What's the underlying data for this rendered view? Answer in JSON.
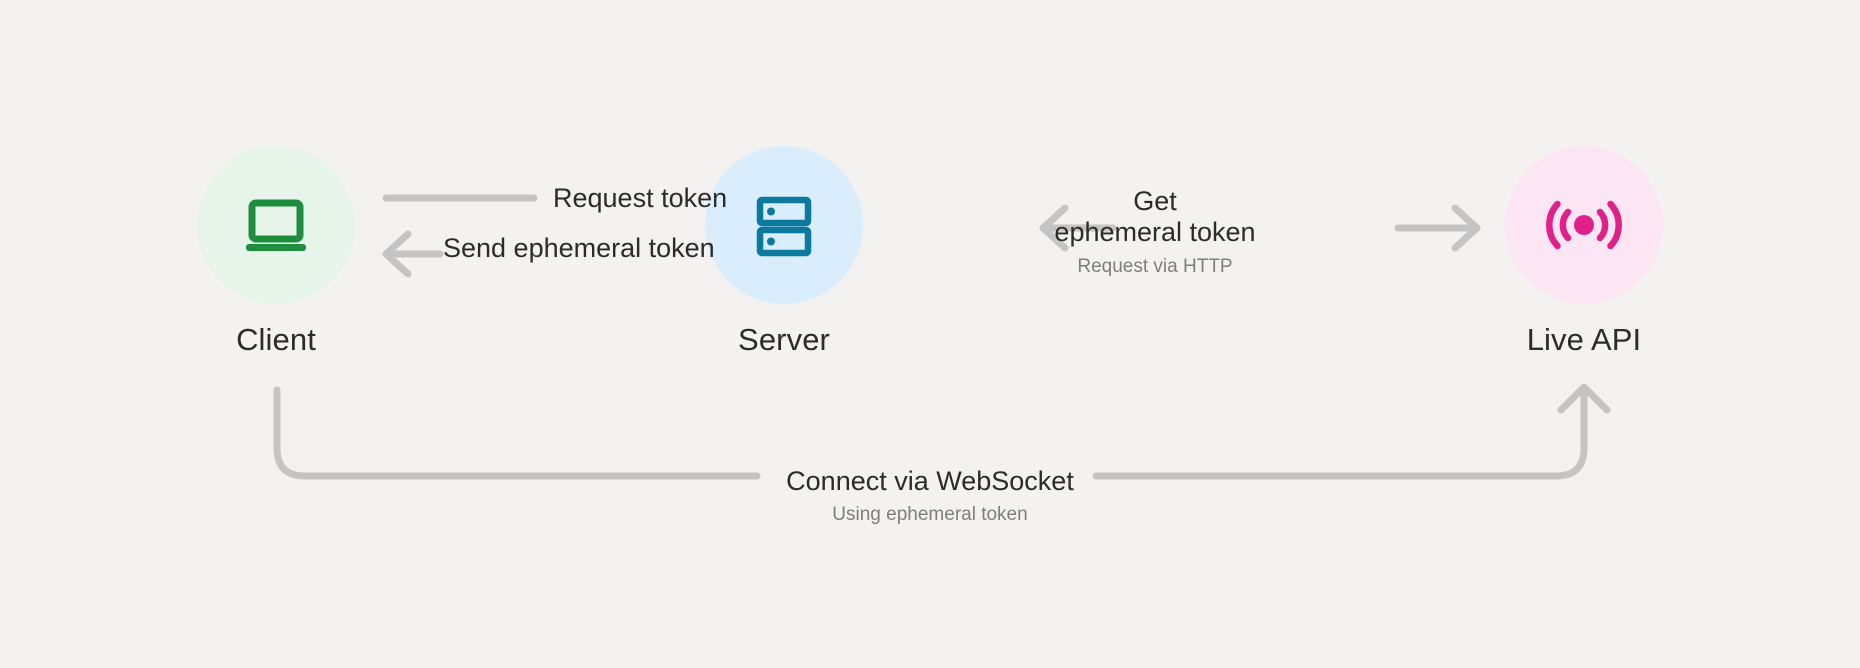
{
  "diagram": {
    "title": "Client / Server / Live API ephemeral token flow",
    "background_color": "#f3f2f0",
    "connector_color": "#c4c4c4",
    "text_color": "#2b2b2b",
    "muted_text_color": "#7e7e7e"
  },
  "nodes": [
    {
      "id": "client",
      "label": "Client",
      "icon": "laptop-icon",
      "icon_color": "#1e8e3e",
      "circle_color": "#e6f4ea"
    },
    {
      "id": "server",
      "label": "Server",
      "icon": "server-rack-icon",
      "icon_color": "#0b7a9e",
      "circle_color": "#d9edfc"
    },
    {
      "id": "live-api",
      "label": "Live API",
      "icon": "broadcast-signal-icon",
      "icon_color": "#e0218a",
      "circle_color": "#fde6f3"
    }
  ],
  "edges": [
    {
      "id": "request-token",
      "label": "Request token",
      "sublabel": "",
      "from": "client",
      "to": "server",
      "direction": "right"
    },
    {
      "id": "send-ephemeral-token",
      "label": "Send ephemeral token",
      "sublabel": "",
      "from": "server",
      "to": "client",
      "direction": "left"
    },
    {
      "id": "get-ephemeral-token",
      "label_line1": "Get",
      "label_line2": "ephemeral token",
      "sublabel": "Request via HTTP",
      "from": "server",
      "to": "live-api",
      "direction": "both"
    },
    {
      "id": "connect-websocket",
      "label": "Connect via WebSocket",
      "sublabel": "Using ephemeral token",
      "from": "client",
      "to": "live-api",
      "direction": "right"
    }
  ]
}
